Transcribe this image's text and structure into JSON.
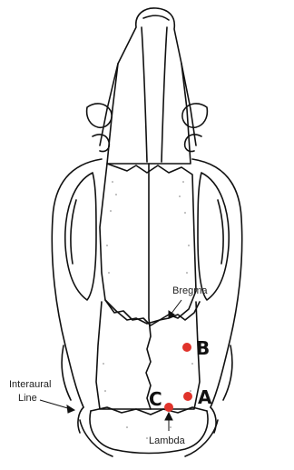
{
  "diagram": {
    "labels": {
      "bregma": "Bregma",
      "lambda": "Lambda",
      "interaural_line_1": "Interaural",
      "interaural_line_2": "Line",
      "point_a": "A",
      "point_b": "B",
      "point_c": "C"
    },
    "colors": {
      "ink": "#111111",
      "dot": "#e0332b",
      "paper": "#ffffff"
    }
  }
}
